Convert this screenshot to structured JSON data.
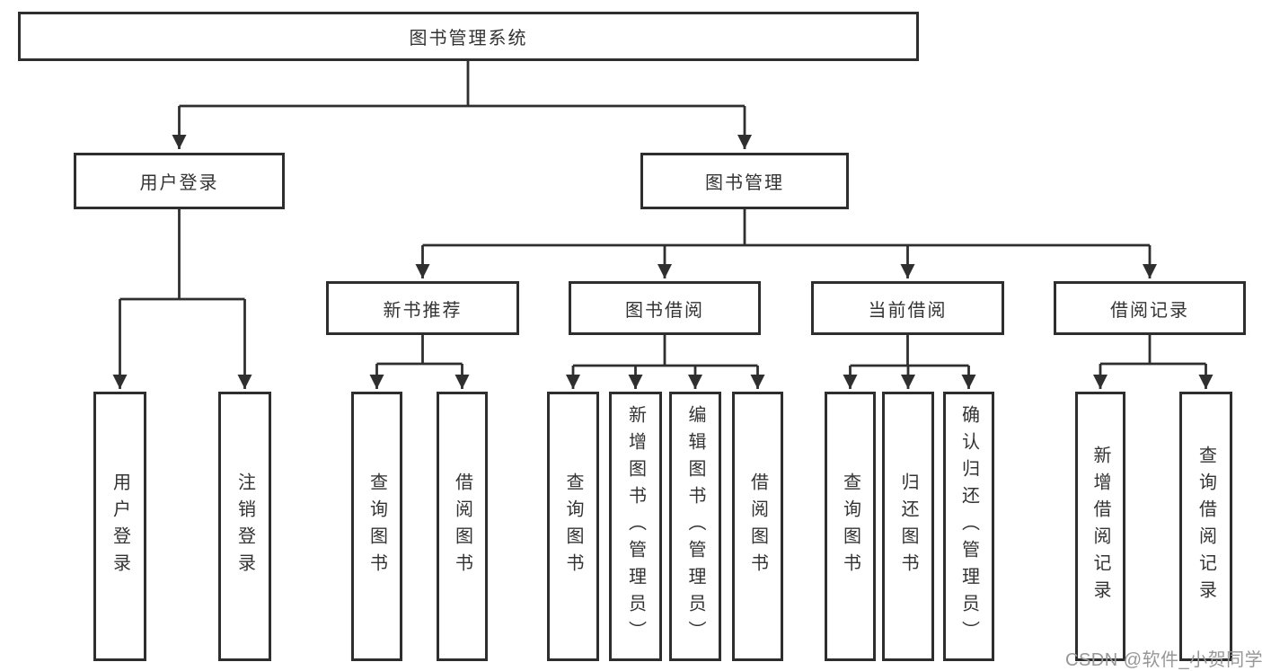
{
  "root": {
    "label": "图书管理系统"
  },
  "level2": {
    "user_login": {
      "label": "用户登录"
    },
    "book_mgmt": {
      "label": "图书管理"
    }
  },
  "level3": {
    "new_books": {
      "label": "新书推荐"
    },
    "book_borrow": {
      "label": "图书借阅"
    },
    "current_borrow": {
      "label": "当前借阅"
    },
    "borrow_records": {
      "label": "借阅记录"
    }
  },
  "leaves": {
    "user_login": [
      "用户登录",
      "注销登录"
    ],
    "new_books": [
      "查询图书",
      "借阅图书"
    ],
    "book_borrow": [
      "查询图书",
      "新增图书（管理员）",
      "编辑图书（管理员）",
      "借阅图书"
    ],
    "current_borrow": [
      "查询图书",
      "归还图书",
      "确认归还（管理员）"
    ],
    "borrow_records": [
      "新增借阅记录",
      "查询借阅记录"
    ]
  },
  "watermark": {
    "text": "CSDN @软件_小贺同学"
  },
  "colors": {
    "line": "#2f2f2f",
    "border": "#2e2e2e",
    "text": "#333333",
    "watermark_text": "#979797",
    "background": "#ffffff"
  }
}
